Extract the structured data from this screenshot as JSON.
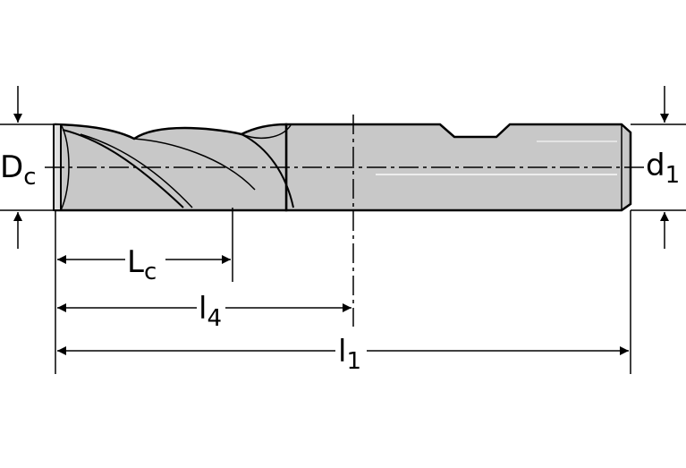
{
  "labels": {
    "dc": {
      "main": "D",
      "sub": "c"
    },
    "d1": {
      "main": "d",
      "sub": "1"
    },
    "lc": {
      "main": "L",
      "sub": "c"
    },
    "l4": {
      "main": "l",
      "sub": "4"
    },
    "l1": {
      "main": "l",
      "sub": "1"
    }
  },
  "colors": {
    "body": "#c8c8c8",
    "line": "#000000",
    "background": "#ffffff"
  }
}
